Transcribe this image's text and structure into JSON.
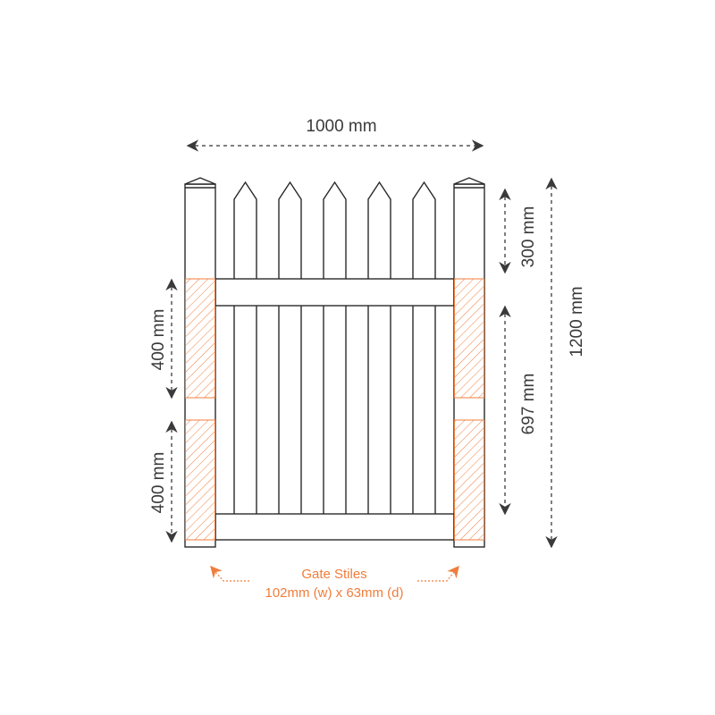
{
  "dimensions": {
    "width": "1000 mm",
    "top_section": "300 mm",
    "lower_section": "697 mm",
    "total_height": "1200 mm",
    "hatch_upper": "400 mm",
    "hatch_lower": "400 mm"
  },
  "annotation": {
    "title": "Gate Stiles",
    "detail": "102mm (w) x 63mm (d)"
  },
  "colors": {
    "accent": "#f07d3c",
    "line": "#2a2a2a"
  }
}
